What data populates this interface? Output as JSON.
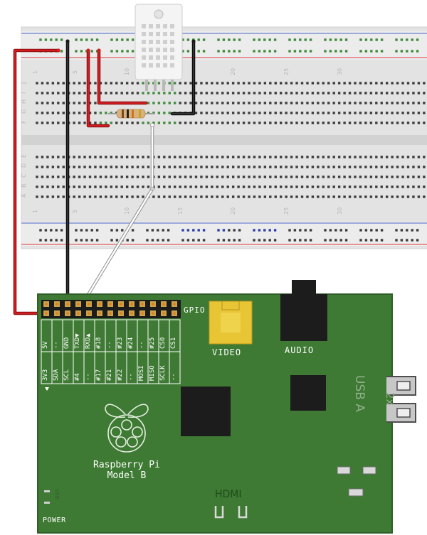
{
  "breadboard": {
    "row_letters_top": [
      "J",
      "I",
      "H",
      "G",
      "F"
    ],
    "row_letters_bottom": [
      "E",
      "D",
      "C",
      "B",
      "A"
    ],
    "column_numbers": [
      "1",
      "5",
      "10",
      "15",
      "20",
      "25",
      "30"
    ]
  },
  "board": {
    "gpio_label": "GPIO",
    "video_label": "VIDEO",
    "audio_label": "AUDIO",
    "usb_label_top": "2x",
    "usb_label_bottom": "USB A",
    "model_line1": "Raspberry Pi",
    "model_line2": "Model B",
    "hdmi_label": "HDMI",
    "power_label": "POWER",
    "usb_side_label": "USB",
    "pin_top_labels": [
      "5V",
      "--",
      "GND",
      "TXD▼",
      "RXD▲",
      "#18",
      "--",
      "#23",
      "#24",
      "--",
      "#25",
      "CS0",
      "CS1"
    ],
    "pin_bottom_labels": [
      "3V3",
      "SDA",
      "SCL",
      "#4",
      "--",
      "#17",
      "#21",
      "#22",
      "--",
      "MOSI",
      "MISO",
      "SCLK",
      "--"
    ]
  },
  "colors": {
    "pcb": "#3e7a33",
    "pcb_border": "#2f5e28",
    "breadboard": "#e3e3e3",
    "wire_red": "#c0171b",
    "wire_black": "#1a1a1a",
    "rail_red": "#e06060",
    "rail_blue": "#6a7fd0",
    "hole_green": "#3f8a3c",
    "video_yellow": "#e8c534",
    "chip": "#1c1c1c"
  }
}
